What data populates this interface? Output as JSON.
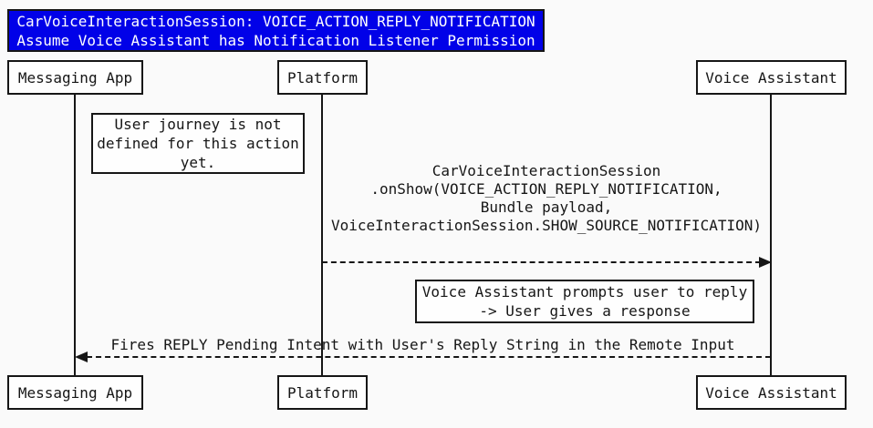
{
  "diagram": {
    "type": "sequence",
    "title": {
      "line1": "CarVoiceInteractionSession: VOICE_ACTION_REPLY_NOTIFICATION",
      "line2": "Assume Voice Assistant has Notification Listener Permission"
    },
    "actors": {
      "messaging_app": "Messaging App",
      "platform": "Platform",
      "voice_assistant": "Voice Assistant"
    },
    "notes": {
      "user_journey": "User journey is not\ndefined for this action\nyet.",
      "prompt_reply": "Voice Assistant prompts user to reply\n-> User gives a response"
    },
    "messages": {
      "on_show": {
        "from": "Platform",
        "to": "Voice Assistant",
        "line_style": "dashed",
        "text": "CarVoiceInteractionSession\n.onShow(VOICE_ACTION_REPLY_NOTIFICATION,\nBundle payload,\nVoiceInteractionSession.SHOW_SOURCE_NOTIFICATION)"
      },
      "fires_reply": {
        "from": "Voice Assistant",
        "to": "Messaging App",
        "line_style": "dashed",
        "text": "Fires REPLY Pending Intent with User's Reply String in the Remote Input"
      }
    },
    "colors": {
      "title_bg": "#0101E8",
      "title_text": "#FFFFFF",
      "background": "#FAFAFA",
      "line": "#161616",
      "box_bg": "#FEFEFE"
    }
  }
}
